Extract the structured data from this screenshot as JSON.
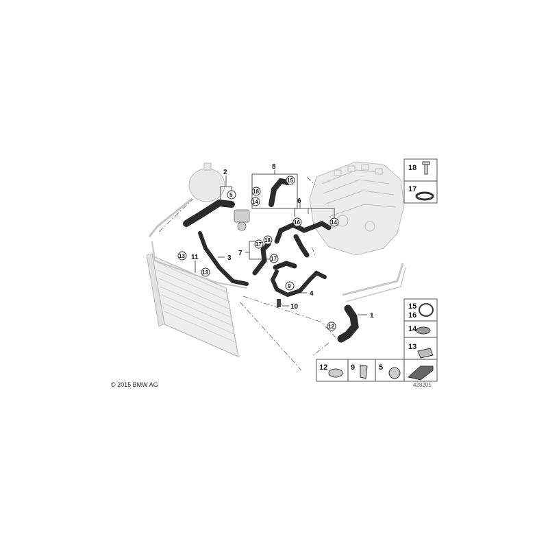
{
  "copyright": "© 2015 BMW AG",
  "diagram_number": "428205",
  "callouts": [
    {
      "n": "1"
    },
    {
      "n": "2"
    },
    {
      "n": "3"
    },
    {
      "n": "4"
    },
    {
      "n": "5"
    },
    {
      "n": "6"
    },
    {
      "n": "7"
    },
    {
      "n": "8"
    },
    {
      "n": "9"
    },
    {
      "n": "10"
    },
    {
      "n": "11"
    },
    {
      "n": "12"
    },
    {
      "n": "13"
    },
    {
      "n": "14"
    },
    {
      "n": "15"
    },
    {
      "n": "16"
    },
    {
      "n": "17"
    },
    {
      "n": "18"
    }
  ],
  "parts_table": {
    "right": [
      "18",
      "17",
      "15",
      "16",
      "14",
      "13"
    ],
    "bottom": [
      "12",
      "9",
      "5"
    ]
  },
  "colors": {
    "hose": "#2b2b2b",
    "ghost": "#c8c8c8",
    "outline": "#555555"
  }
}
